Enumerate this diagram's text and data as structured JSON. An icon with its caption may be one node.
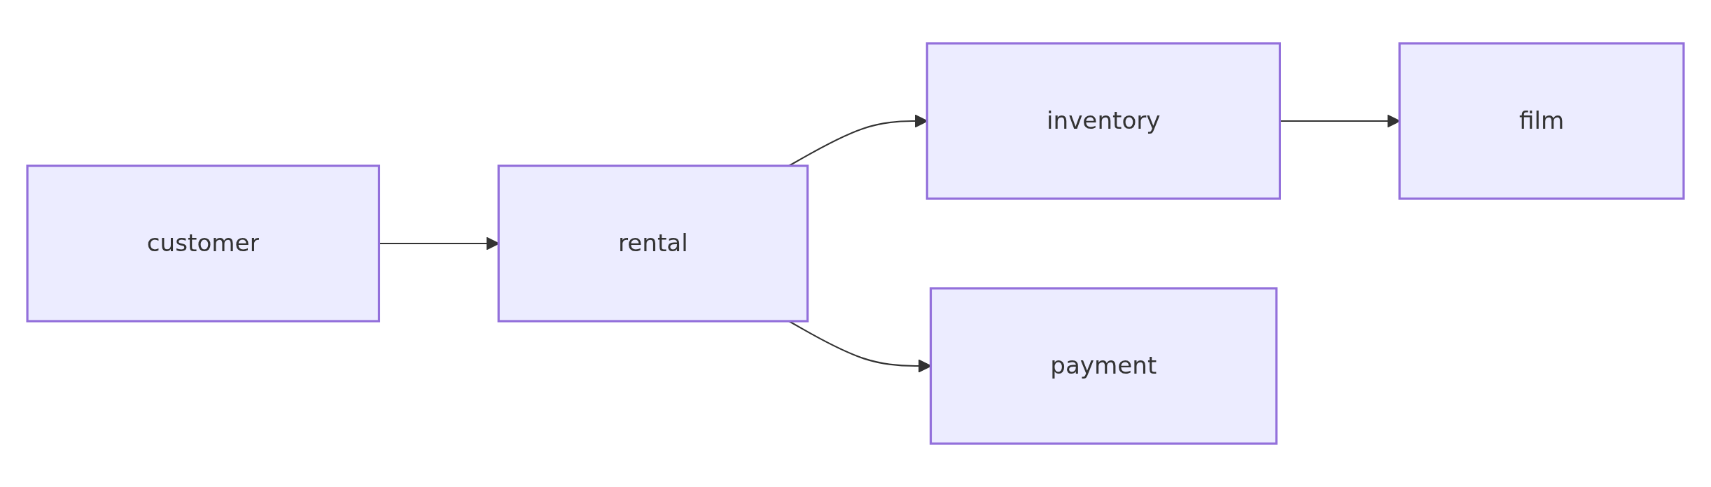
{
  "diagram": {
    "nodes": [
      {
        "text": [
          "customer"
        ]
      },
      {
        "text": [
          "rental"
        ]
      },
      {
        "text": [
          "inventory"
        ]
      },
      {
        "text": [
          "film"
        ]
      },
      {
        "text": [
          "payment"
        ]
      }
    ],
    "edges": [
      {
        "from": 0,
        "to": 1,
        "arrow": "to"
      },
      {
        "from": 1,
        "to": 2,
        "arrow": "to"
      },
      {
        "from": 2,
        "to": 3,
        "arrow": "to"
      },
      {
        "from": 1,
        "to": 4,
        "arrow": "to"
      }
    ]
  }
}
